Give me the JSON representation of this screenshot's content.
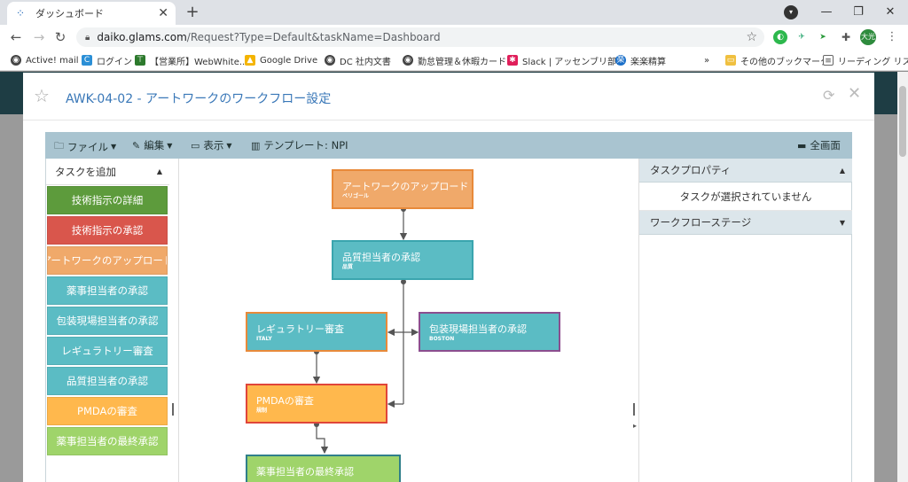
{
  "browser": {
    "tab_title": "ダッシュボード",
    "url_host": "daiko.glams.com",
    "url_path": "/Request?Type=Default&taskName=Dashboard",
    "profile_badge": "大光",
    "bookmarks": [
      "Active! mail",
      "ログイン",
      "【営業所】WebWhite...",
      "Google Drive",
      "DC 社内文書",
      "勤怠管理＆休暇カード",
      "Slack | アッセンブリ部...",
      "楽楽精算"
    ],
    "bookmarks_more": "»",
    "other_bookmarks": "その他のブックマーク",
    "reading_list": "リーディング リスト"
  },
  "modal": {
    "title": "AWK-04-02 - アートワークのワークフロー設定"
  },
  "menubar": {
    "file": "ファイル",
    "edit": "編集",
    "view": "表示",
    "template": "テンプレート: NPI",
    "fullscreen": "全画面"
  },
  "palette": {
    "header": "タスクを追加",
    "items": [
      {
        "label": "技術指示の詳細",
        "color": "#5d9b3c"
      },
      {
        "label": "技術指示の承認",
        "color": "#d9564c"
      },
      {
        "label": "アートワークのアップロード",
        "color": "#f0a96a"
      },
      {
        "label": "薬事担当者の承認",
        "color": "#5bbcc4"
      },
      {
        "label": "包装現場担当者の承認",
        "color": "#5bbcc4"
      },
      {
        "label": "レギュラトリー審査",
        "color": "#5bbcc4"
      },
      {
        "label": "品質担当者の承認",
        "color": "#5bbcc4"
      },
      {
        "label": "PMDAの審査",
        "color": "#ffb84d"
      },
      {
        "label": "薬事担当者の最終承認",
        "color": "#9fd46a"
      }
    ]
  },
  "workflow": {
    "nodes": [
      {
        "label": "アートワークのアップロード",
        "sub": "ペリゴール",
        "fill": "#f0a96a",
        "border": "#e88a3a"
      },
      {
        "label": "品質担当者の承認",
        "sub": "品質",
        "fill": "#5bbcc4",
        "border": "#3aa5ae"
      },
      {
        "label": "レギュラトリー審査",
        "sub": "ITALY",
        "fill": "#5bbcc4",
        "border": "#e88a3a"
      },
      {
        "label": "包装現場担当者の承認",
        "sub": "BOSTON",
        "fill": "#5bbcc4",
        "border": "#8c4e8f"
      },
      {
        "label": "PMDAの審査",
        "sub": "規制",
        "fill": "#ffb84d",
        "border": "#e0453a"
      },
      {
        "label": "薬事担当者の最終承認",
        "sub": "",
        "fill": "#9fd46a",
        "border": "#2f7f8a"
      }
    ]
  },
  "properties": {
    "task_props_header": "タスクプロパティ",
    "no_selection": "タスクが選択されていません",
    "stages_header": "ワークフローステージ"
  }
}
